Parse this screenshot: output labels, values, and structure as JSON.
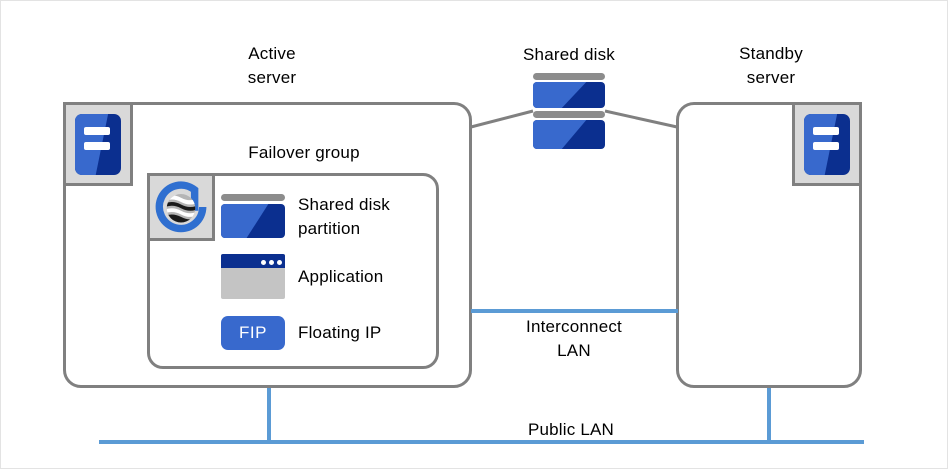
{
  "diagram": {
    "title_labels": {
      "active_server": "Active\nserver",
      "shared_disk": "Shared disk",
      "standby_server": "Standby\nserver",
      "failover_group": "Failover group",
      "interconnect_lan": "Interconnect\nLAN",
      "public_lan": "Public  LAN"
    },
    "resources": [
      {
        "id": "shared-disk-partition",
        "label": "Shared disk\npartition",
        "icon": "disk-partition-icon"
      },
      {
        "id": "application",
        "label": "Application",
        "icon": "application-window-icon"
      },
      {
        "id": "floating-ip",
        "label": "Floating IP",
        "icon": "fip-badge-icon",
        "badge_text": "FIP"
      }
    ],
    "icons": {
      "active_server_icon": "server-icon",
      "standby_server_icon": "server-icon",
      "shared_disk_icon": "disk-stack-icon",
      "cluster_logo": "cluster-globe-g-icon"
    },
    "colors": {
      "accent_blue": "#3869cd",
      "dark_blue": "#0b2f8f",
      "lan_blue": "#5b9bd5",
      "box_gray": "#808080",
      "plate_gray": "#d9d9d9",
      "app_body_gray": "#c4c4c4",
      "disk_cap_gray": "#8c8c8c",
      "text_black": "#000000",
      "frame_gray": "#e3e3e3"
    }
  }
}
